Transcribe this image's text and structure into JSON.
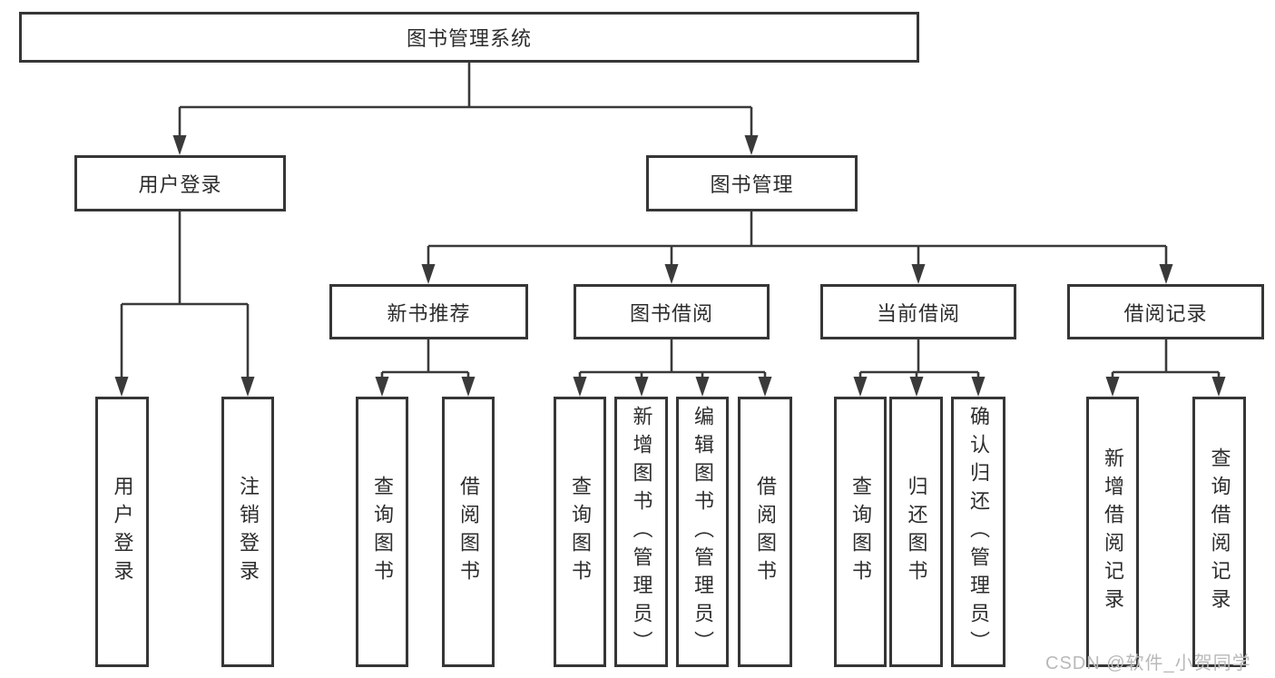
{
  "watermark": "CSDN @软件_小贺同学",
  "colors": {
    "line": "#3a3a3a",
    "box_border": "#363636",
    "text": "#2d2d2d",
    "watermark": "#b9b9b9",
    "background": "#ffffff"
  },
  "tree": {
    "label": "图书管理系统",
    "children": [
      {
        "label": "用户登录",
        "children": [
          {
            "label": "用户登录"
          },
          {
            "label": "注销登录"
          }
        ]
      },
      {
        "label": "图书管理",
        "children": [
          {
            "label": "新书推荐",
            "children": [
              {
                "label": "查询图书"
              },
              {
                "label": "借阅图书"
              }
            ]
          },
          {
            "label": "图书借阅",
            "children": [
              {
                "label": "查询图书"
              },
              {
                "label": "新增图书（管理员）"
              },
              {
                "label": "编辑图书（管理员）"
              },
              {
                "label": "借阅图书"
              }
            ]
          },
          {
            "label": "当前借阅",
            "children": [
              {
                "label": "查询图书"
              },
              {
                "label": "归还图书"
              },
              {
                "label": "确认归还（管理员）"
              }
            ]
          },
          {
            "label": "借阅记录",
            "children": [
              {
                "label": "新增借阅记录"
              },
              {
                "label": "查询借阅记录"
              }
            ]
          }
        ]
      }
    ]
  }
}
